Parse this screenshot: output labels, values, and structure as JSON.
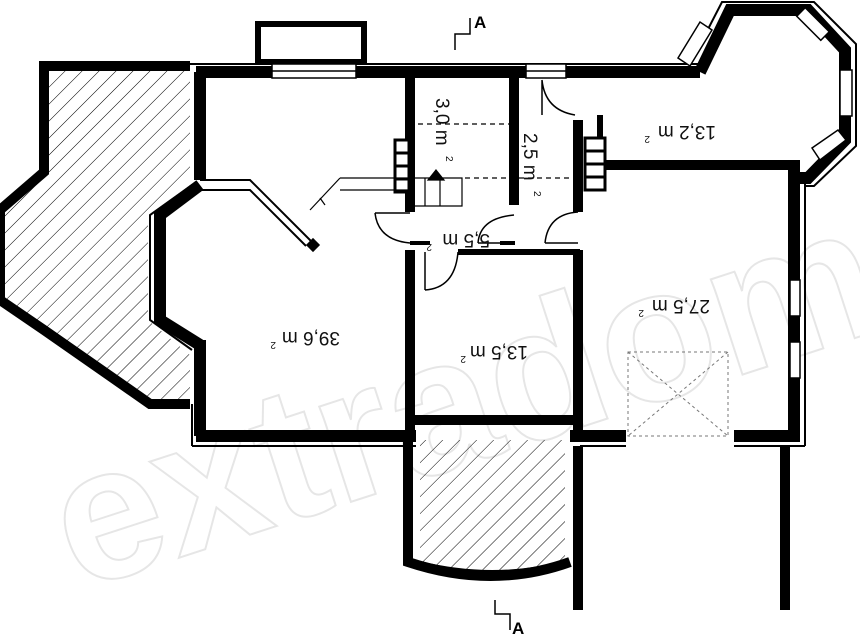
{
  "watermark": "extradom",
  "section_marker": {
    "top": "A",
    "bottom": "A"
  },
  "rooms": {
    "living": {
      "area": "39,6 m",
      "unit_sup": "2"
    },
    "kitchen": {
      "area": "13,5 m",
      "unit_sup": "2"
    },
    "hall": {
      "area": "5,5 m",
      "unit_sup": "2"
    },
    "wc": {
      "area": "3,0 m",
      "unit_sup": "2"
    },
    "corridor": {
      "area": "2,5 m",
      "unit_sup": "2"
    },
    "bedroom": {
      "area": "13,2 m",
      "unit_sup": "2"
    },
    "garage": {
      "area": "27,5 m",
      "unit_sup": "2"
    }
  },
  "colors": {
    "wall": "#000000",
    "hatch": "#000000",
    "background": "#ffffff"
  }
}
